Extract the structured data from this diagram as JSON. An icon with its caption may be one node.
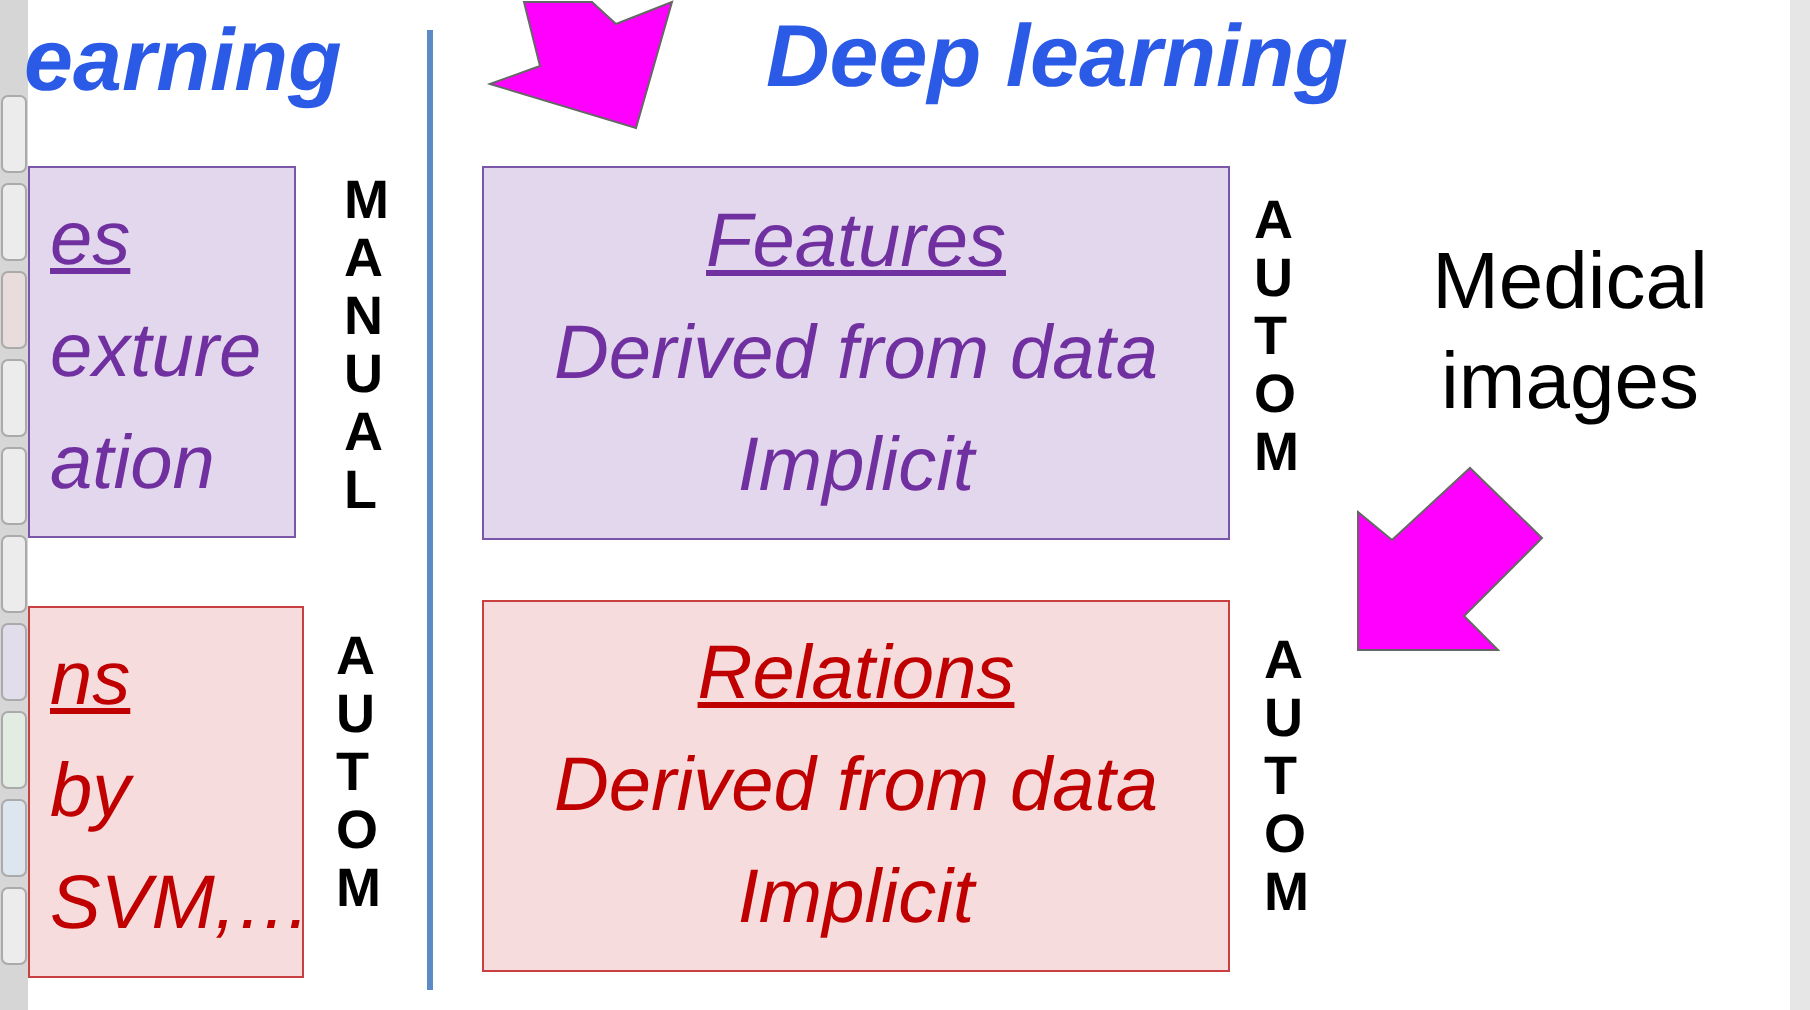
{
  "diagram": {
    "nodes": [
      {
        "text": [
          "es",
          "exture",
          "ation"
        ]
      },
      {
        "text": [
          "ns",
          "by",
          "SVM,…"
        ]
      },
      {
        "text": [
          "Features",
          "Derived from data",
          "Implicit"
        ]
      },
      {
        "text": [
          "Relations",
          "Derived from data",
          "Implicit"
        ]
      }
    ],
    "labels": [
      "earning",
      "Deep learning",
      "MANUAL",
      "AUTOM",
      "AUTOM",
      "AUTOM",
      "Medical images"
    ]
  }
}
